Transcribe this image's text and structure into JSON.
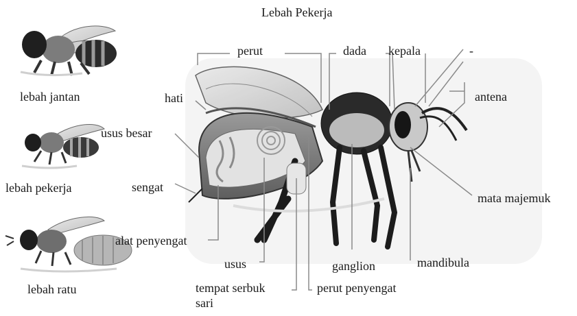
{
  "title": "Lebah Pekerja",
  "side_labels": {
    "drone": "lebah jantan",
    "worker": "lebah pekerja",
    "queen": "lebah ratu"
  },
  "parts": {
    "abdomen": "perut",
    "thorax": "dada",
    "head": "kepala",
    "dash": "-",
    "heart": "hati",
    "antenna": "antena",
    "large_intestine": "usus besar",
    "compound_eye": "mata majemuk",
    "sting": "sengat",
    "sting_apparatus": "alat penyengat",
    "intestine": "usus",
    "ganglion": "ganglion",
    "mandible": "mandibula",
    "pollen_line1": "tempat  serbuk",
    "pollen_line2": "sari",
    "sting_stomach": "perut  penyengat"
  },
  "colors": {
    "line": "#8a8a8a",
    "body_dark": "#1c1c1c",
    "body_gray": "#a9a9a9",
    "organ_light": "#e3e3e3",
    "wing": "#d8d8d8"
  },
  "icons": [
    "drone-bee-icon",
    "worker-bee-icon",
    "queen-bee-icon",
    "worker-bee-anatomy-icon"
  ]
}
